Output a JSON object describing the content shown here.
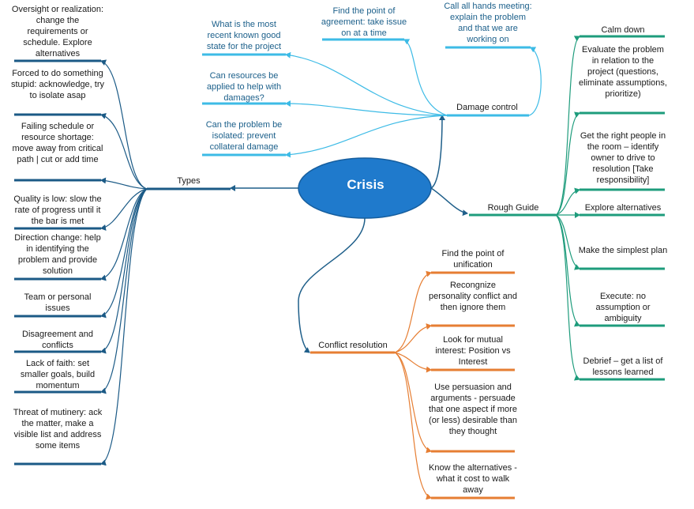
{
  "center": "Crisis",
  "colors": {
    "center": "#1f7acc",
    "types": "#1b5a86",
    "damage": "#3dbbe6",
    "guide": "#1e9c7c",
    "conflict": "#e67e33"
  },
  "branches": {
    "types": {
      "label": "Types",
      "items": [
        "Oversight or realization: change the requirements or schedule. Explore alternatives",
        "Forced to do something stupid: acknowledge, try to isolate asap",
        "Failing schedule or resource shortage: move away from critical path | cut or add time",
        "Quality is low: slow the rate of progress until it the bar is met",
        "Direction change: help in identifying the problem and provide solution",
        "Team or personal issues",
        "Disagreement and conflicts",
        "Lack of faith: set smaller goals, build momentum",
        "Threat of mutinery: ack the matter, make a visible list and address some items"
      ]
    },
    "damage_control": {
      "label": "Damage control",
      "items": [
        "What is the most recent known good state for the project",
        "Find the point of agreement: take issue on at a time",
        "Call all hands meeting: explain the problem and that we are working on",
        "Can resources be applied to help with damages?",
        "Can the problem be isolated: prevent collateral damage"
      ]
    },
    "rough_guide": {
      "label": "Rough Guide",
      "items": [
        "Calm down",
        "Evaluate the problem in relation to the project (questions, eliminate assumptions, prioritize)",
        "Get the right people in the room – identify owner to drive to resolution [Take responsibility]",
        "Explore alternatives",
        "Make the simplest plan",
        "Execute: no assumption or ambiguity",
        "Debrief – get a list of lessons learned"
      ]
    },
    "conflict_resolution": {
      "label": "Conflict resolution",
      "items": [
        "Find the point of unification",
        "Recongnize personality conflict and then ignore them",
        "Look for mutual interest: Position vs Interest",
        "Use persuasion and arguments - persuade that one aspect if more (or less) desirable than they thought",
        "Know the alternatives - what it cost to walk away"
      ]
    }
  }
}
